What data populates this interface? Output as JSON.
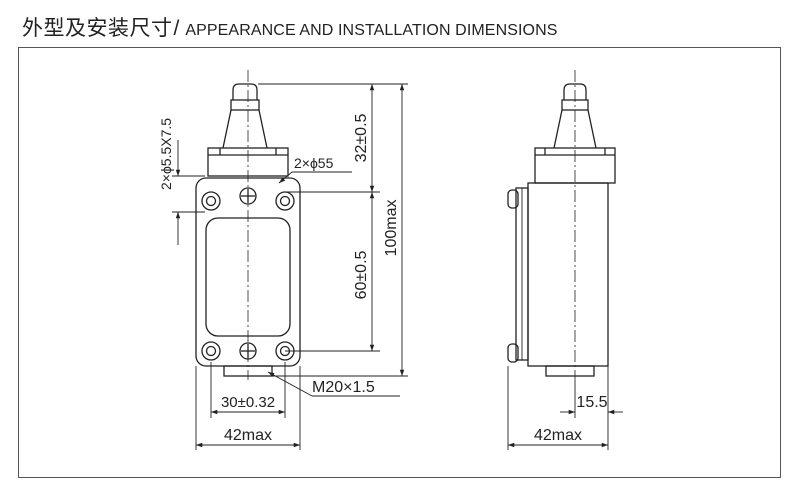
{
  "header": {
    "title_zh": "外型及安装尺寸",
    "separator": "/",
    "title_en": "APPEARANCE AND INSTALLATION DIMENSIONS"
  },
  "front_view": {
    "dim_hole_slot": "2×ϕ5.5X7.5",
    "dim_hole_round": "2×ϕ55",
    "dim_top_height": "32±0.5",
    "dim_hole_spacing_v": "60±0.5",
    "dim_total_height": "100max",
    "dim_thread": "M20×1.5",
    "dim_hole_spacing_h": "30±0.32",
    "dim_width": "42max"
  },
  "side_view": {
    "dim_offset": "15.5",
    "dim_width": "42max"
  }
}
